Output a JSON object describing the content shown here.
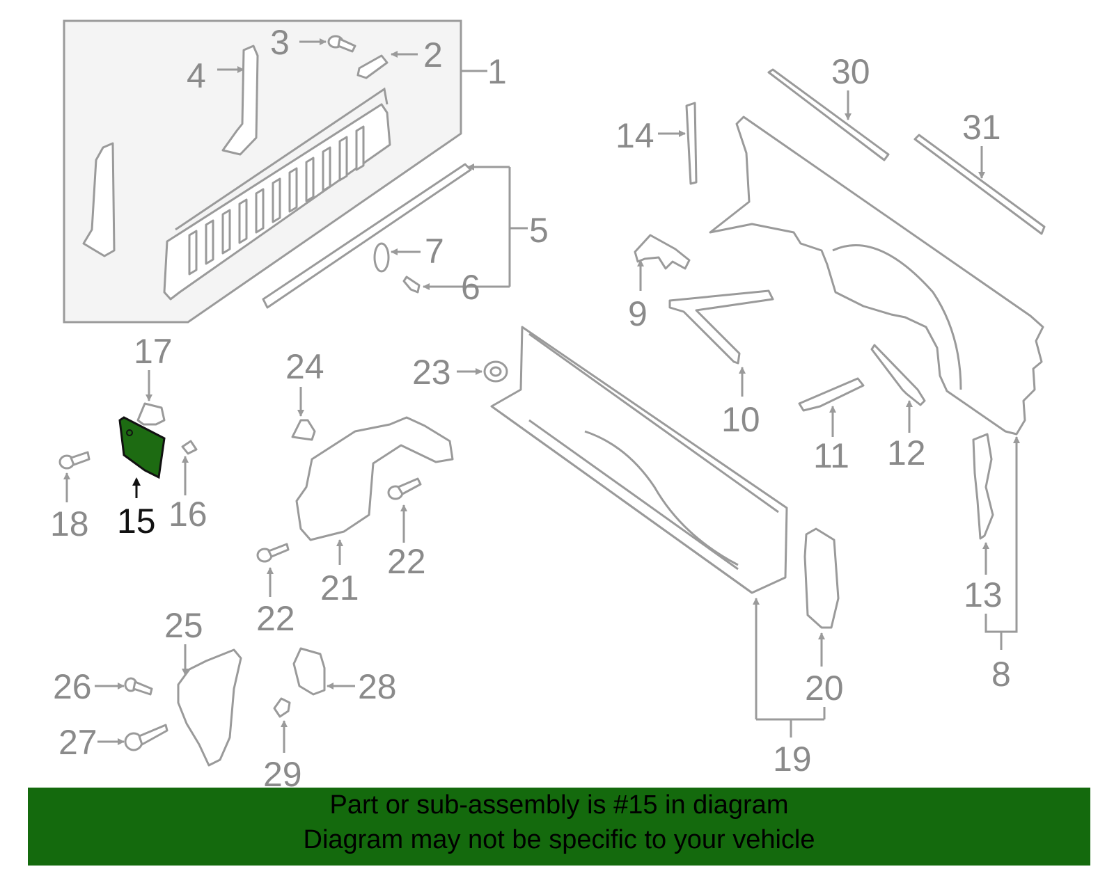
{
  "diagram": {
    "highlighted_part": "15",
    "colors": {
      "outline": "#9a9a9a",
      "label_text": "#8a8a8a",
      "highlight_fill": "#1d6b12",
      "highlight_label": "#111111",
      "assembly_box_fill": "#f4f4f4",
      "banner_background": "#146a0d"
    },
    "callouts": {
      "c1": "1",
      "c2": "2",
      "c3": "3",
      "c4": "4",
      "c5": "5",
      "c6": "6",
      "c7": "7",
      "c8": "8",
      "c9": "9",
      "c10": "10",
      "c11": "11",
      "c12": "12",
      "c13": "13",
      "c14": "14",
      "c15": "15",
      "c16": "16",
      "c17": "17",
      "c18": "18",
      "c19": "19",
      "c20": "20",
      "c21": "21",
      "c22a": "22",
      "c22b": "22",
      "c23": "23",
      "c24": "24",
      "c25": "25",
      "c26": "26",
      "c27": "27",
      "c28": "28",
      "c29": "29",
      "c30": "30",
      "c31": "31"
    }
  },
  "banner": {
    "line1": "Part or sub-assembly is #15 in diagram",
    "line2": "Diagram may not be specific to your vehicle"
  }
}
